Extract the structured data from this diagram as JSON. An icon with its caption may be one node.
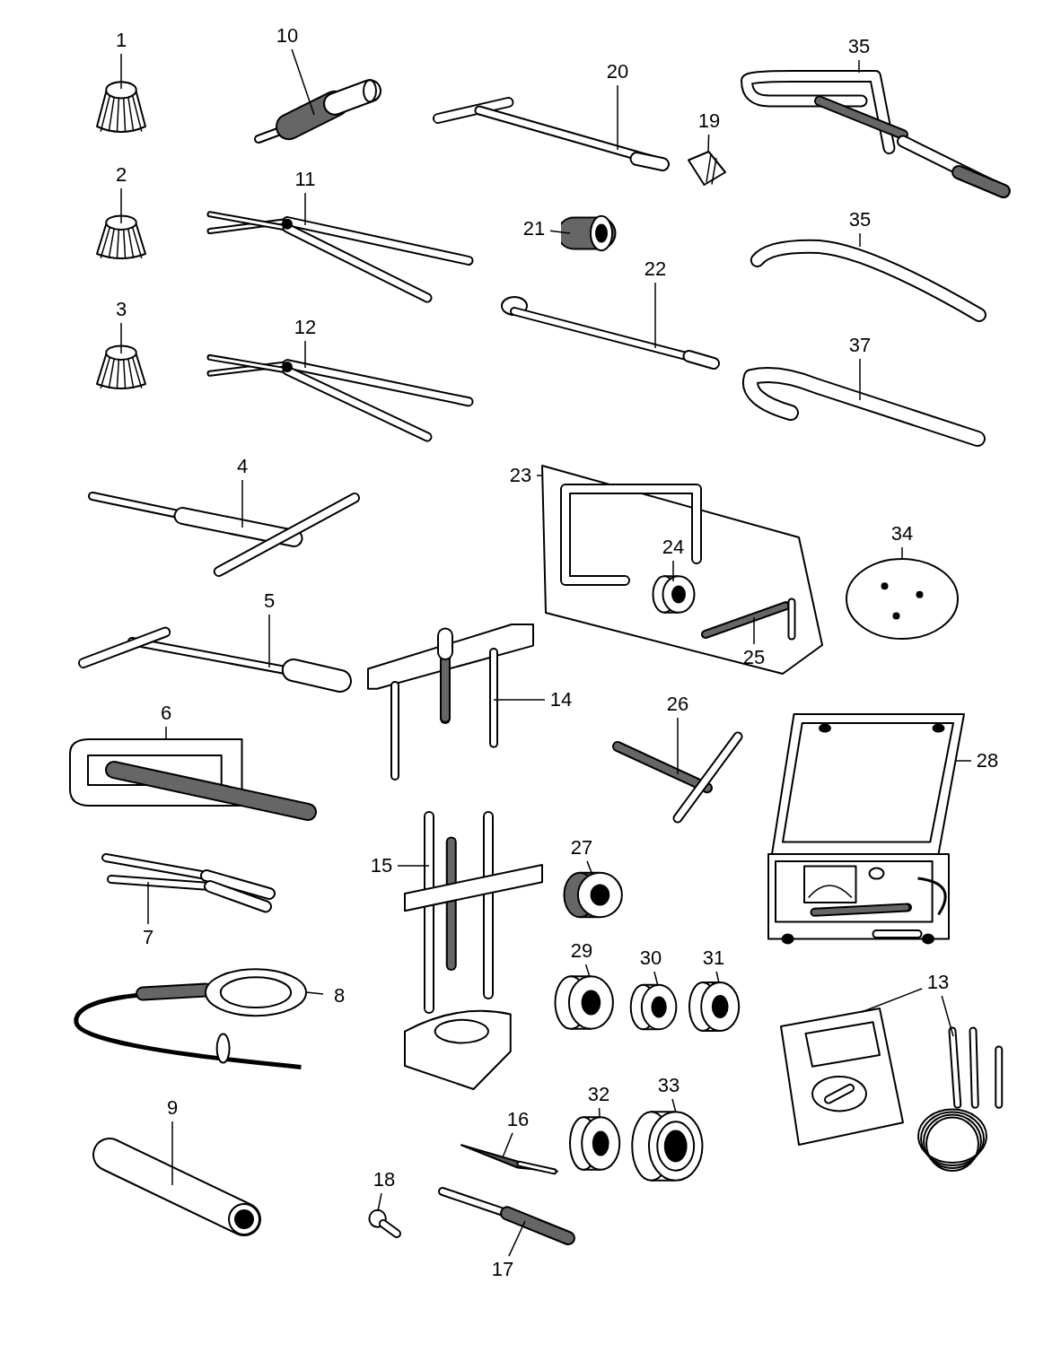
{
  "diagram": {
    "nodes": [
      {
        "text": [
          "1"
        ]
      },
      {
        "text": [],
        "shape": "picture"
      },
      {
        "text": [
          "2"
        ]
      },
      {
        "text": [],
        "shape": "picture"
      },
      {
        "text": [
          "3"
        ]
      },
      {
        "text": [],
        "shape": "picture"
      },
      {
        "text": [
          "4"
        ]
      },
      {
        "text": [],
        "shape": "picture"
      },
      {
        "text": [
          "5"
        ]
      },
      {
        "text": [],
        "shape": "picture"
      },
      {
        "text": [
          "6"
        ]
      },
      {
        "text": [],
        "shape": "picture"
      },
      {
        "text": [
          "7"
        ]
      },
      {
        "text": [],
        "shape": "picture"
      },
      {
        "text": [
          "8"
        ]
      },
      {
        "text": [],
        "shape": "picture"
      },
      {
        "text": [
          "9"
        ]
      },
      {
        "text": [],
        "shape": "picture"
      },
      {
        "text": [
          "10"
        ]
      },
      {
        "text": [],
        "shape": "picture"
      },
      {
        "text": [
          "11"
        ]
      },
      {
        "text": [],
        "shape": "picture"
      },
      {
        "text": [
          "12"
        ]
      },
      {
        "text": [],
        "shape": "picture"
      },
      {
        "text": [
          "13"
        ]
      },
      {
        "text": [],
        "shape": "picture"
      },
      {
        "text": [],
        "shape": "picture"
      },
      {
        "text": [
          "14"
        ]
      },
      {
        "text": [],
        "shape": "picture"
      },
      {
        "text": [
          "15"
        ]
      },
      {
        "text": [],
        "shape": "picture"
      },
      {
        "text": [
          "16"
        ]
      },
      {
        "text": [],
        "shape": "picture"
      },
      {
        "text": [
          "17"
        ]
      },
      {
        "text": [],
        "shape": "picture"
      },
      {
        "text": [
          "18"
        ]
      },
      {
        "text": [],
        "shape": "picture"
      },
      {
        "text": [
          "19"
        ]
      },
      {
        "text": [],
        "shape": "picture"
      },
      {
        "text": [
          "20"
        ]
      },
      {
        "text": [],
        "shape": "picture"
      },
      {
        "text": [
          "21"
        ]
      },
      {
        "text": [],
        "shape": "picture"
      },
      {
        "text": [
          "22"
        ]
      },
      {
        "text": [],
        "shape": "picture"
      },
      {
        "text": [
          "23"
        ]
      },
      {
        "text": [],
        "shape": "picture"
      },
      {
        "text": [
          "24"
        ],
        "in": 46
      },
      {
        "text": [],
        "shape": "picture",
        "in": 46
      },
      {
        "text": [
          "25"
        ],
        "in": 46
      },
      {
        "text": [],
        "shape": "picture",
        "in": 46
      },
      {
        "text": [
          "26"
        ]
      },
      {
        "text": [],
        "shape": "picture"
      },
      {
        "text": [
          "27"
        ]
      },
      {
        "text": [],
        "shape": "picture"
      },
      {
        "text": [
          "28"
        ]
      },
      {
        "text": [],
        "shape": "picture"
      },
      {
        "text": [
          "29"
        ]
      },
      {
        "text": [],
        "shape": "picture"
      },
      {
        "text": [
          "30"
        ]
      },
      {
        "text": [],
        "shape": "picture"
      },
      {
        "text": [
          "31"
        ]
      },
      {
        "text": [],
        "shape": "picture"
      },
      {
        "text": [
          "32"
        ]
      },
      {
        "text": [],
        "shape": "picture"
      },
      {
        "text": [
          "33"
        ]
      },
      {
        "text": [],
        "shape": "picture"
      },
      {
        "text": [
          "34"
        ]
      },
      {
        "text": [],
        "shape": "picture"
      },
      {
        "text": [
          "35"
        ]
      },
      {
        "text": [],
        "shape": "picture"
      },
      {
        "text": [
          "35"
        ]
      },
      {
        "text": [],
        "shape": "picture"
      },
      {
        "text": [
          "37"
        ]
      },
      {
        "text": [],
        "shape": "picture"
      }
    ],
    "edges": [
      {
        "from": 0,
        "to": 1,
        "arrow": "none"
      },
      {
        "from": 2,
        "to": 3,
        "arrow": "none"
      },
      {
        "from": 4,
        "to": 5,
        "arrow": "none"
      },
      {
        "from": 6,
        "to": 7,
        "arrow": "none"
      },
      {
        "from": 8,
        "to": 9,
        "arrow": "none"
      },
      {
        "from": 10,
        "to": 11,
        "arrow": "none"
      },
      {
        "from": 12,
        "to": 13,
        "arrow": "none"
      },
      {
        "from": 14,
        "to": 15,
        "arrow": "none"
      },
      {
        "from": 16,
        "to": 17,
        "arrow": "none"
      },
      {
        "from": 18,
        "to": 19,
        "arrow": "none"
      },
      {
        "from": 20,
        "to": 21,
        "arrow": "none"
      },
      {
        "from": 22,
        "to": 23,
        "arrow": "none"
      },
      {
        "from": 24,
        "to": 25,
        "arrow": "none"
      },
      {
        "from": 24,
        "to": 26,
        "arrow": "none"
      },
      {
        "from": 27,
        "to": 28,
        "arrow": "none"
      },
      {
        "from": 29,
        "to": 30,
        "arrow": "none"
      },
      {
        "from": 31,
        "to": 32,
        "arrow": "none"
      },
      {
        "from": 33,
        "to": 34,
        "arrow": "none"
      },
      {
        "from": 35,
        "to": 36,
        "arrow": "none"
      },
      {
        "from": 37,
        "to": 38,
        "arrow": "none"
      },
      {
        "from": 39,
        "to": 40,
        "arrow": "none"
      },
      {
        "from": 41,
        "to": 42,
        "arrow": "none"
      },
      {
        "from": 43,
        "to": 44,
        "arrow": "none"
      },
      {
        "from": 45,
        "to": 46,
        "arrow": "none"
      },
      {
        "from": 47,
        "to": 48,
        "arrow": "none"
      },
      {
        "from": 49,
        "to": 50,
        "arrow": "none"
      },
      {
        "from": 51,
        "to": 52,
        "arrow": "none"
      },
      {
        "from": 53,
        "to": 54,
        "arrow": "none"
      },
      {
        "from": 55,
        "to": 56,
        "arrow": "none"
      },
      {
        "from": 57,
        "to": 58,
        "arrow": "none"
      },
      {
        "from": 59,
        "to": 60,
        "arrow": "none"
      },
      {
        "from": 61,
        "to": 62,
        "arrow": "none"
      },
      {
        "from": 63,
        "to": 64,
        "arrow": "none"
      },
      {
        "from": 65,
        "to": 66,
        "arrow": "none"
      },
      {
        "from": 67,
        "to": 68,
        "arrow": "none"
      },
      {
        "from": 69,
        "to": 70,
        "arrow": "none"
      },
      {
        "from": 71,
        "to": 72,
        "arrow": "none"
      },
      {
        "from": 73,
        "to": 74,
        "arrow": "none"
      }
    ]
  }
}
